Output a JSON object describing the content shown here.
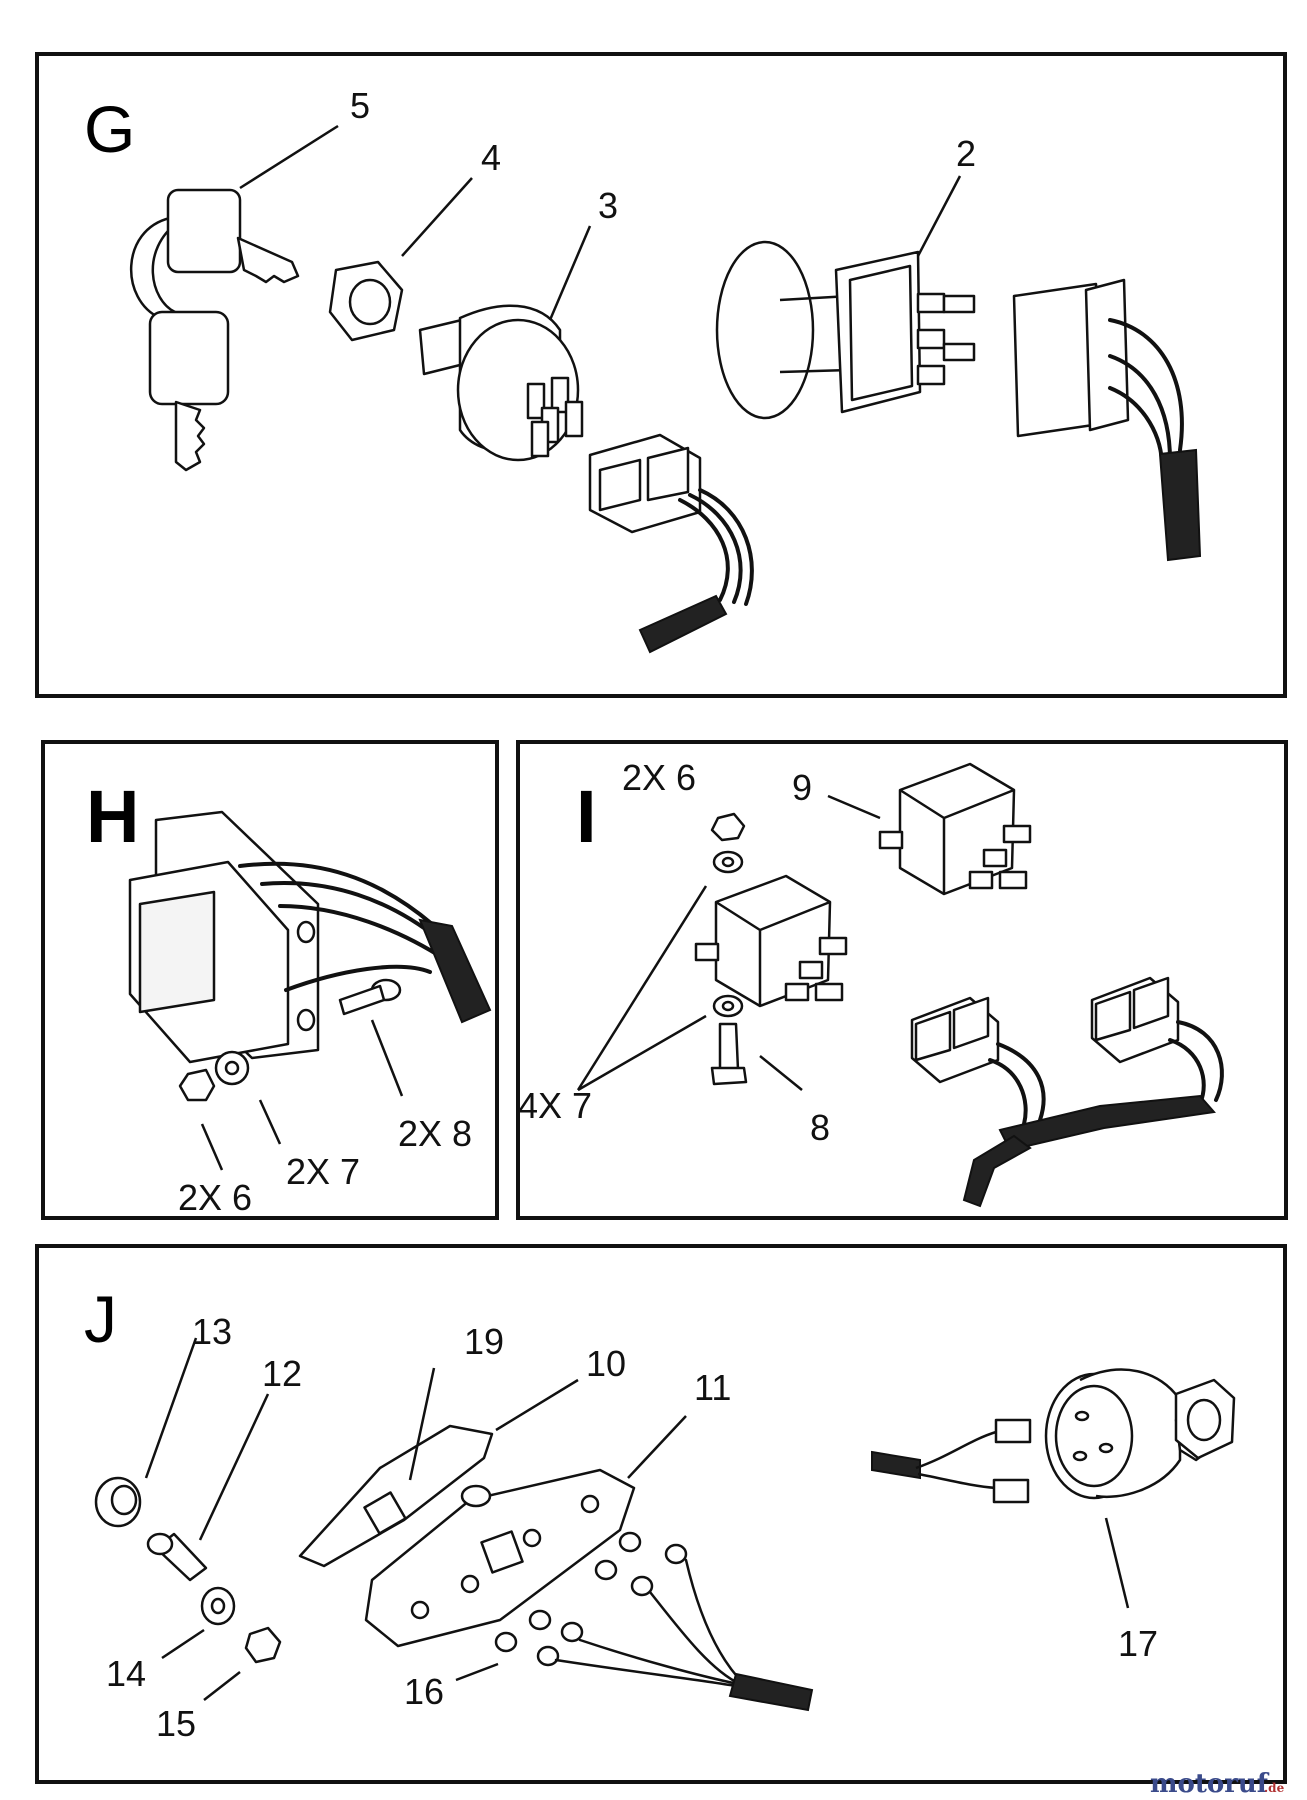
{
  "sections": {
    "g": {
      "letter": "G",
      "callouts": {
        "c5": "5",
        "c4": "4",
        "c3": "3",
        "c2": "2"
      }
    },
    "h": {
      "letter": "H",
      "callouts": {
        "c8": "2X 8",
        "c7": "2X 7",
        "c6": "2X 6"
      }
    },
    "i": {
      "letter": "I",
      "callouts": {
        "c6": "2X 6",
        "c9": "9",
        "c7": "4X 7",
        "c8": "8"
      }
    },
    "j": {
      "letter": "J",
      "callouts": {
        "c13": "13",
        "c12": "12",
        "c19": "19",
        "c10": "10",
        "c11": "11",
        "c14": "14",
        "c15": "15",
        "c16": "16",
        "c17": "17"
      }
    }
  },
  "watermark": {
    "brand": "motoruf",
    "suffix": ".de"
  }
}
